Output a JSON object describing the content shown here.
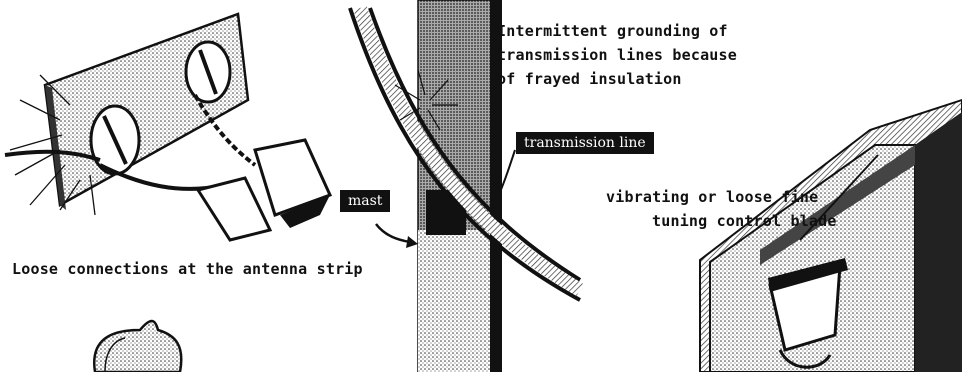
{
  "labels": {
    "intermittent_line1": "Intermittent grounding of",
    "intermittent_line2": "transmission lines because",
    "intermittent_line3": "of frayed insulation",
    "transmission_line": "transmission line",
    "mast": "mast",
    "blade_line1": "vibrating or loose fine",
    "blade_line2": "tuning control blade",
    "antenna_strip": "Loose connections at the antenna strip"
  }
}
